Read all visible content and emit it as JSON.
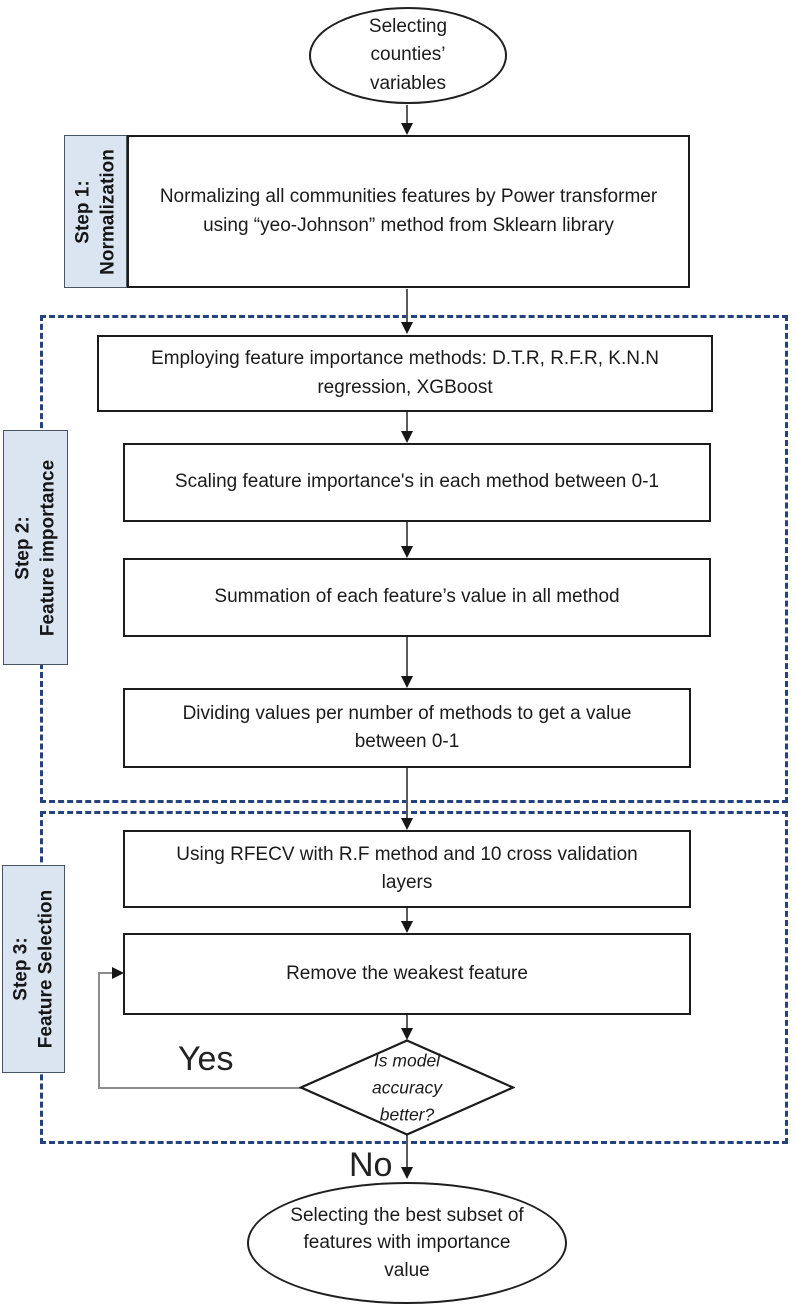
{
  "diagram": {
    "start": "Selecting counties’ variables",
    "step1": {
      "label": "Step 1:\nNormalization",
      "box": "Normalizing all communities features by Power transformer using “yeo-Johnson” method from Sklearn library"
    },
    "step2": {
      "label": "Step 2:\nFeature importance",
      "boxes": [
        "Employing feature importance methods: D.T.R, R.F.R, K.N.N regression, XGBoost",
        "Scaling feature importance's in each method between 0-1",
        "Summation of each feature’s value in all method",
        "Dividing values per number of methods to get a value between 0-1"
      ]
    },
    "step3": {
      "label": "Step 3:\nFeature Selection",
      "boxes": [
        "Using RFECV with R.F method and 10 cross validation layers",
        "Remove the weakest feature"
      ],
      "decision": "Is model accuracy better?",
      "yes_label": "Yes",
      "no_label": "No"
    },
    "end": "Selecting the best subset of features with importance value",
    "colors": {
      "step_label_fill": "#dbe5f1",
      "dashed_border": "#24427e",
      "box_border": "#1c1c1c",
      "connector": "#5a5a5a",
      "loop_line": "#8c8c8c"
    }
  }
}
